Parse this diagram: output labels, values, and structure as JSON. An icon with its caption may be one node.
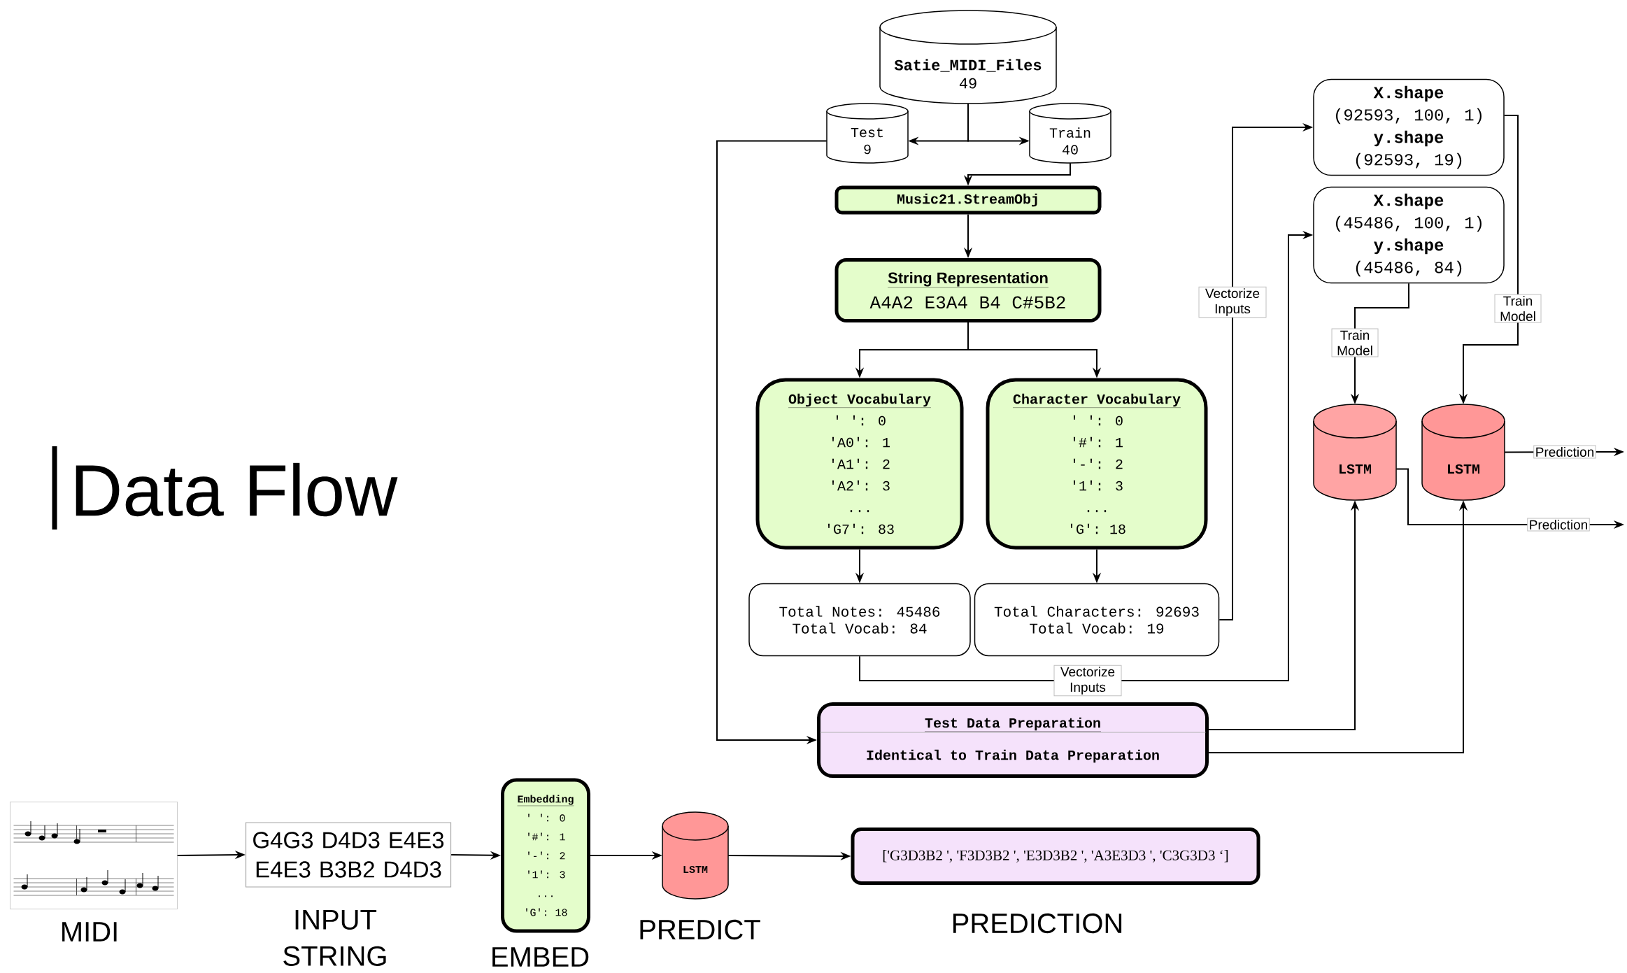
{
  "diagram": {
    "title": "Data Flow",
    "nodes": [
      {
        "text": [
          "Satie_MIDI_Files",
          "49"
        ]
      },
      {
        "text": [
          "Test",
          "9"
        ]
      },
      {
        "text": [
          "Train",
          "40"
        ]
      },
      {
        "text": [
          "Music21.StreamObj"
        ]
      },
      {
        "text": [
          "String Representation",
          "A4A2 E3A4 B4 C#5B2"
        ]
      },
      {
        "text": [
          "Object Vocabulary",
          "' ': 0",
          "'A0': 1",
          "'A1': 2",
          "'A2': 3",
          "...",
          "'G7': 83"
        ]
      },
      {
        "text": [
          "Character Vocabulary",
          "' ': 0",
          "'#': 1",
          "'-': 2",
          "'1': 3",
          "...",
          "'G': 18"
        ]
      },
      {
        "text": [
          "Total Notes: 45486",
          "Total Vocab: 84"
        ]
      },
      {
        "text": [
          "Total Characters: 92693",
          "Total Vocab: 19"
        ]
      },
      {
        "text": [
          "X.shape",
          "(92593, 100, 1)",
          "y.shape",
          "(92593, 19)"
        ]
      },
      {
        "text": [
          "X.shape",
          "(45486, 100, 1)",
          "y.shape",
          "(45486, 84)"
        ]
      },
      {
        "text": [
          "LSTM"
        ]
      },
      {
        "text": [
          "LSTM"
        ]
      },
      {
        "text": [
          "Test Data Preparation",
          "Identical to Train Data Preparation"
        ]
      },
      {
        "text": [],
        "shape": "picture",
        "beside": [
          "MIDI"
        ]
      },
      {
        "text": [
          "G4G3 D4D3 E4E3 E4E3 B3B2 D4D3"
        ],
        "beside": [
          "INPUT STRING"
        ]
      },
      {
        "text": [
          "Embedding",
          "' ': 0",
          "'#': 1",
          "'-': 2",
          "'1': 3",
          "...",
          "'G': 18"
        ],
        "beside": [
          "EMBED"
        ]
      },
      {
        "text": [
          "LSTM"
        ],
        "beside": [
          "PREDICT"
        ]
      },
      {
        "text": [
          "['G3D3B2 ', 'F3D3B2 ', 'E3D3B2 ', 'A3E3D3 ', 'C3G3D3 ‘]"
        ],
        "beside": [
          "PREDICTION"
        ]
      }
    ],
    "edges": [
      {
        "from": 0,
        "to": 1,
        "arrow": "to"
      },
      {
        "from": 0,
        "to": 2,
        "arrow": "to"
      },
      {
        "from": 1,
        "to": 13,
        "arrow": "to"
      },
      {
        "from": 2,
        "to": 3,
        "arrow": "to"
      },
      {
        "from": 3,
        "to": 4,
        "arrow": "to"
      },
      {
        "from": 4,
        "to": 5,
        "arrow": "to"
      },
      {
        "from": 4,
        "to": 6,
        "arrow": "to"
      },
      {
        "from": 5,
        "to": 7,
        "arrow": "to"
      },
      {
        "from": 6,
        "to": 8,
        "arrow": "to"
      },
      {
        "from": 8,
        "to": 9,
        "arrow": "to",
        "label": "Vectorize Inputs"
      },
      {
        "from": 7,
        "to": 10,
        "arrow": "to",
        "label": "Vectorize Inputs"
      },
      {
        "from": 10,
        "to": 11,
        "arrow": "to",
        "label": "Train Model"
      },
      {
        "from": 9,
        "to": 12,
        "arrow": "to",
        "label": "Train Model"
      },
      {
        "from": 11,
        "to": null,
        "arrow": "to",
        "label": "Prediction"
      },
      {
        "from": 12,
        "to": null,
        "arrow": "to",
        "label": "Prediction"
      },
      {
        "from": 13,
        "to": 11,
        "arrow": "to"
      },
      {
        "from": 13,
        "to": 12,
        "arrow": "to"
      },
      {
        "from": 14,
        "to": 15,
        "arrow": "to"
      },
      {
        "from": 15,
        "to": 16,
        "arrow": "to"
      },
      {
        "from": 16,
        "to": 17,
        "arrow": "to"
      },
      {
        "from": 17,
        "to": 18,
        "arrow": "to"
      }
    ]
  }
}
